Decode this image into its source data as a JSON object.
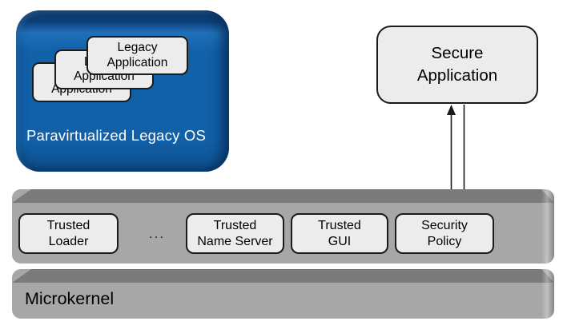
{
  "diagram": {
    "legacy_os": {
      "label": "Paravirtualized Legacy OS",
      "fill": "#1160a8",
      "apps": [
        {
          "label": "Legacy\nApplication"
        },
        {
          "label": "Legacy\nApplication"
        },
        {
          "label": "Legacy\nApplication"
        }
      ]
    },
    "secure_app": {
      "label": "Secure\nApplication"
    },
    "trusted_bar": {
      "fill": "#a7a7a7",
      "ellipsis": "...",
      "items": [
        {
          "label": "Trusted\nLoader"
        },
        {
          "label": "Trusted\nName Server"
        },
        {
          "label": "Trusted\nGUI"
        },
        {
          "label": "Security\nPolicy"
        }
      ]
    },
    "microkernel": {
      "label": "Microkernel"
    },
    "box_fill": "#ececec",
    "border_color": "#1a1a1a",
    "arrow_color": "#1a1a1a"
  }
}
